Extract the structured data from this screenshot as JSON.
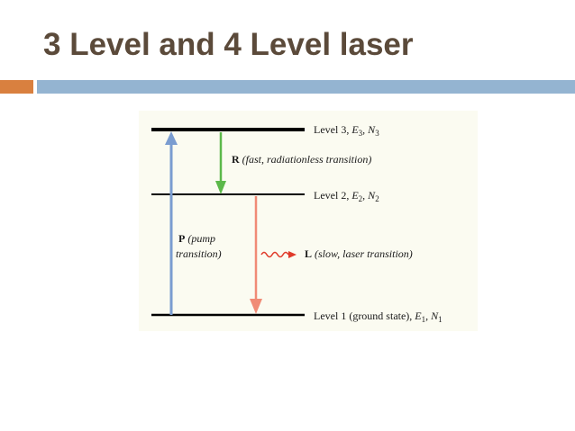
{
  "slide": {
    "title": "3 Level and 4 Level laser"
  },
  "diagram": {
    "levels": [
      {
        "id": "level-3",
        "text": "Level 3, ",
        "energy": "E",
        "energy_sub": "3",
        "count": "N",
        "count_sub": "3",
        "color": "#000000"
      },
      {
        "id": "level-2",
        "text": "Level 2, ",
        "energy": "E",
        "energy_sub": "2",
        "count": "N",
        "count_sub": "2",
        "color": "#000000"
      },
      {
        "id": "level-1",
        "text": "Level 1 (ground state), ",
        "energy": "E",
        "energy_sub": "1",
        "count": "N",
        "count_sub": "1",
        "color": "#000000"
      }
    ],
    "transitions": {
      "pump": {
        "letter": "P",
        "line1": " (pump",
        "line2": "transition)",
        "color": "#7a9cd0"
      },
      "radiationless": {
        "letter": "R",
        "desc": " (fast, radiationless transition)",
        "color": "#5cb84a"
      },
      "laser": {
        "letter": "L",
        "desc": " (slow, laser transition)",
        "color": "#f08b76",
        "photon_color": "#e03a2a"
      }
    },
    "separator": ", "
  }
}
